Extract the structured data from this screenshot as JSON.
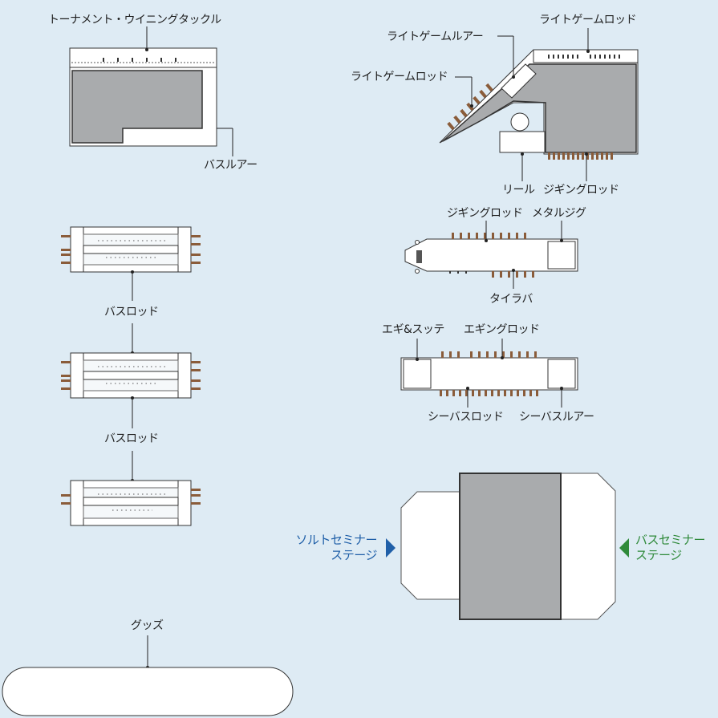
{
  "labels": {
    "tournament_tackle": "トーナメント・ウイニングタックル",
    "bass_lure_top": "バスルアー",
    "light_game_rod_top": "ライトゲームロッド",
    "light_game_lure": "ライトゲームルアー",
    "light_game_rod_left": "ライトゲームロッド",
    "reel": "リール",
    "jigging_rod_top": "ジギングロッド",
    "jigging_rod": "ジギングロッド",
    "metal_jig": "メタルジグ",
    "tai_rubber": "タイラバ",
    "egi_sutte": "エギ&スッテ",
    "eging_rod": "エギングロッド",
    "seabass_rod": "シーバスロッド",
    "seabass_lure": "シーバスルアー",
    "bass_rod_1": "バスロッド",
    "bass_rod_2": "バスロッド",
    "goods": "グッズ",
    "salt_seminar_line1": "ソルトセミナー",
    "salt_seminar_line2": "ステージ",
    "bass_seminar_line1": "バスセミナー",
    "bass_seminar_line2": "ステージ"
  },
  "colors": {
    "background": "#deebf4",
    "booth_body": "#a9abad",
    "wall": "#ffffff",
    "rod_peg": "#8a5c3a",
    "salt_stage_arrow": "#1f5fa8",
    "bass_stage_arrow": "#2f8a3a"
  }
}
